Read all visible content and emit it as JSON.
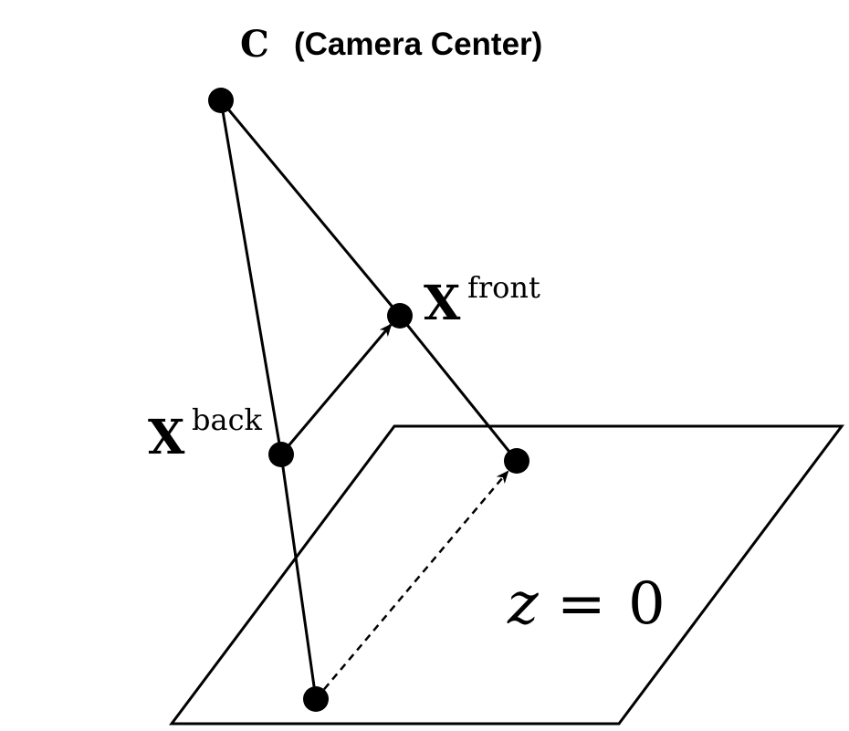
{
  "title": {
    "symbol": "C",
    "label": "(Camera Center)"
  },
  "points": {
    "front": {
      "symbol": "X",
      "superscript": "front"
    },
    "back": {
      "symbol": "X",
      "superscript": "back"
    }
  },
  "plane": {
    "equation_var": "z",
    "equation_eq": "=",
    "equation_val": "0"
  },
  "colors": {
    "stroke": "#000000",
    "background": "#ffffff"
  }
}
